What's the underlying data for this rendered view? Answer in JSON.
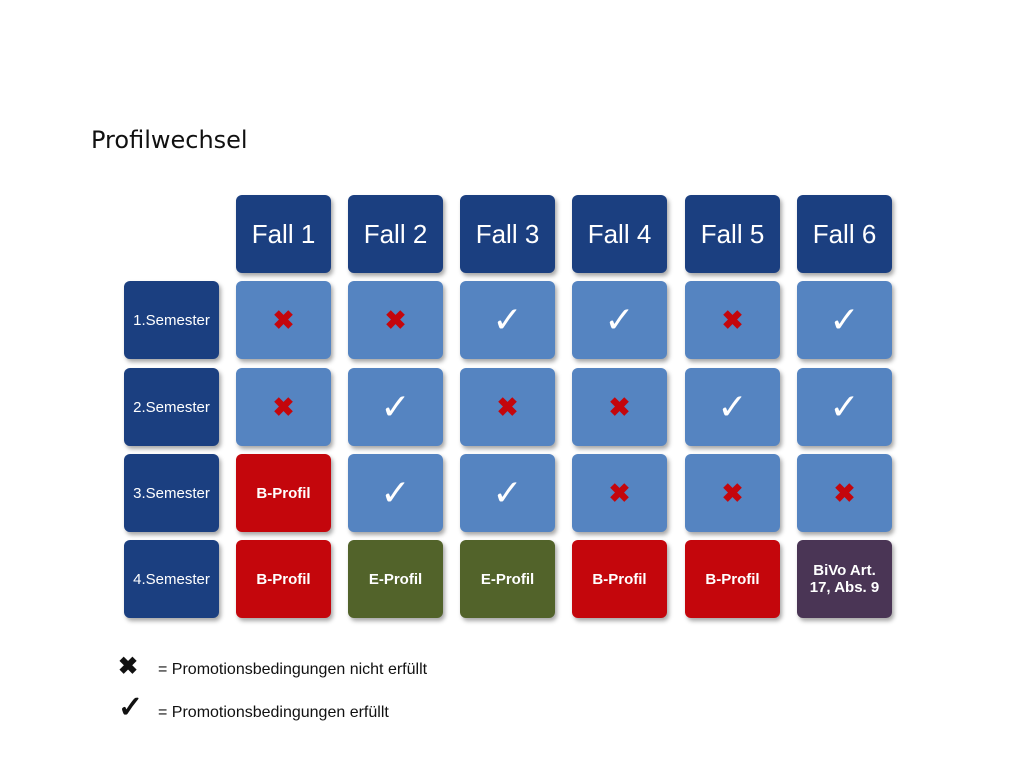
{
  "title": "Profilwechsel",
  "columns": [
    "Fall 1",
    "Fall 2",
    "Fall 3",
    "Fall 4",
    "Fall 5",
    "Fall 6"
  ],
  "rows": [
    {
      "label": [
        "1.",
        "Semester"
      ],
      "cells": [
        "x",
        "x",
        "check",
        "check",
        "x",
        "check"
      ]
    },
    {
      "label": [
        "2.",
        "Semester"
      ],
      "cells": [
        "x",
        "check",
        "x",
        "x",
        "check",
        "check"
      ]
    },
    {
      "label": [
        "3.",
        "Semester"
      ],
      "cells": [
        "B-Profil",
        "check",
        "check",
        "x",
        "x",
        "x"
      ]
    },
    {
      "label": [
        "4.",
        "Semester"
      ],
      "cells": [
        "B-Profil",
        "E-Profil",
        "E-Profil",
        "B-Profil",
        "B-Profil",
        "BiVo Art. 17, Abs. 9"
      ]
    }
  ],
  "cell_colors": {
    "B-Profil": "red",
    "E-Profil": "green",
    "BiVo Art. 17, Abs. 9": "purple"
  },
  "legend": [
    {
      "symbol": "x",
      "text": "= Promotionsbedingungen nicht erfüllt"
    },
    {
      "symbol": "check",
      "text": "= Promotionsbedingungen erfüllt"
    }
  ]
}
